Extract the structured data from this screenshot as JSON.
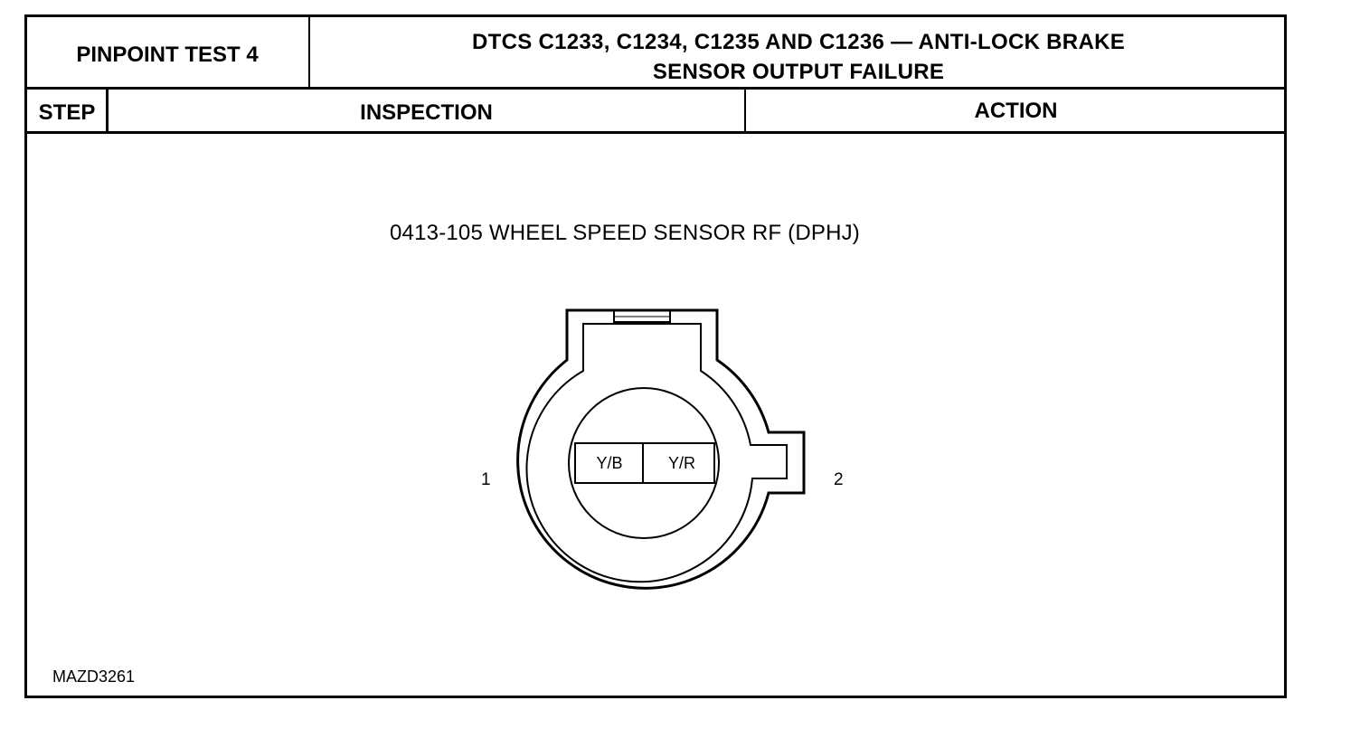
{
  "header": {
    "test_title": "PINPOINT TEST 4",
    "main_title_line1": "DTCS C1233, C1234, C1235 AND C1236 — ANTI-LOCK BRAKE",
    "main_title_line2": "SENSOR OUTPUT FAILURE"
  },
  "columns": {
    "step": "STEP",
    "inspection": "INSPECTION",
    "action": "ACTION"
  },
  "diagram": {
    "caption": "0413-105 WHEEL SPEED SENSOR RF (DPHJ)",
    "pin_left": "1",
    "pin_right": "2",
    "wire_left": "Y/B",
    "wire_right": "Y/R",
    "ref_code": "MAZD3261"
  }
}
